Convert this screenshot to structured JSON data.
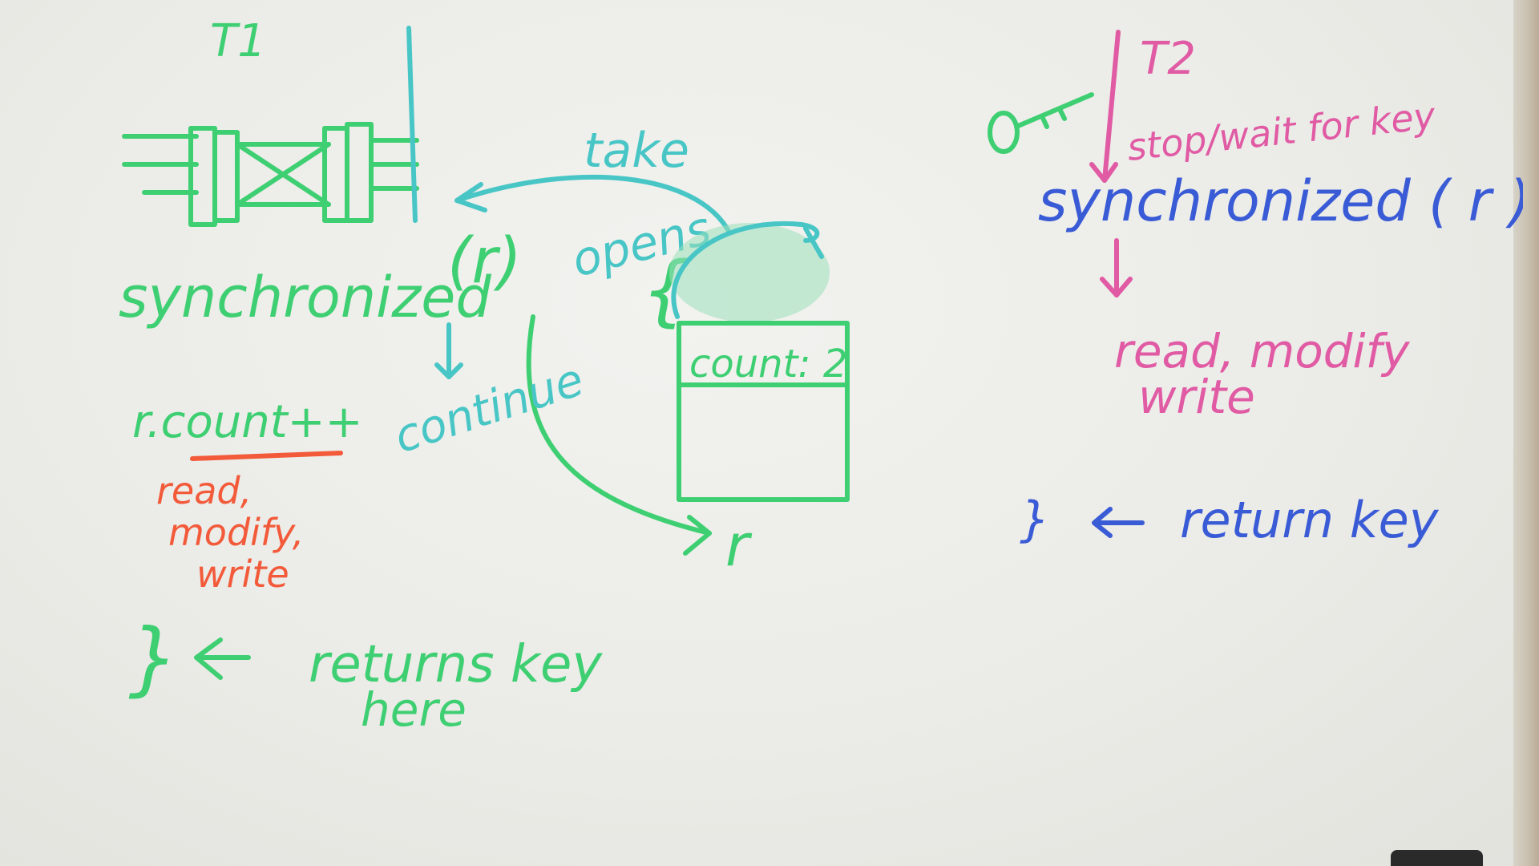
{
  "colors": {
    "green": "#3fcf73",
    "teal": "#48c6c6",
    "pink": "#e05aa4",
    "blue": "#3a5bd6",
    "orange": "#f25a3a"
  },
  "thread1": {
    "label": "T1",
    "sync_text": "synchronized",
    "sync_arg": "(r)",
    "increment": "r.count++",
    "rmw_line1": "read,",
    "rmw_line2": "modify,",
    "rmw_line3": "write",
    "close_brace": "}",
    "returns_line1": "returns key",
    "returns_line2": "here"
  },
  "lock_flow": {
    "take_label": "take",
    "opens_label": "opens",
    "brace": "{",
    "continue_label": "continue",
    "object_field": "count: 2",
    "object_ref": "r"
  },
  "thread2": {
    "label": "T2",
    "wait_text": "stop/wait for key",
    "sync_text": "synchronized ( r )",
    "rmw_line1": "read, modify",
    "rmw_line2": "write",
    "close_brace": "}",
    "return_text": "return key"
  },
  "icons": {
    "thread1": "thread-train-icon",
    "key": "key-icon",
    "lock": "lock-icon"
  }
}
